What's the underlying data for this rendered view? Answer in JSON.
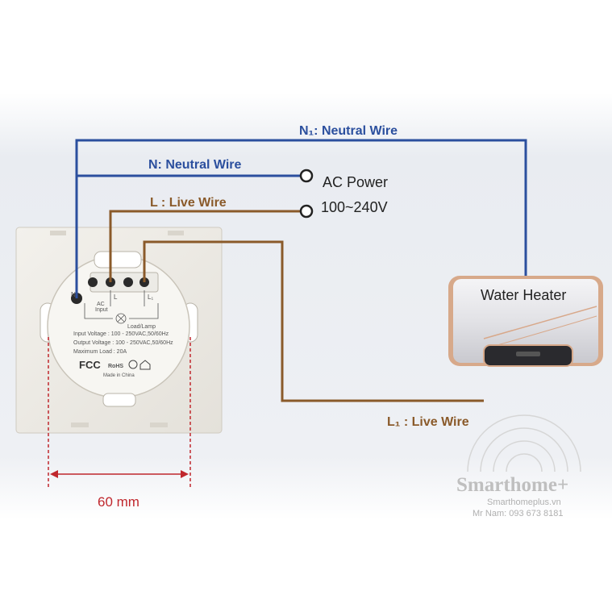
{
  "labels": {
    "n1_neutral": "N₁: Neutral Wire",
    "n_neutral": "N: Neutral Wire",
    "l_live": "L : Live Wire",
    "l1_live": "L₁ : Live Wire",
    "ac_power": "AC Power",
    "voltage": "100~240V",
    "water_heater": "Water Heater",
    "dimension": "60 mm"
  },
  "switch_text": {
    "term_n": "N",
    "term_l": "L",
    "term_l1": "L₁",
    "ac_input_1": "AC",
    "ac_input_2": "Input",
    "load_lamp": "Load/Lamp",
    "input_voltage": "Input Voltage : 100 - 250VAC,50/60Hz",
    "output_voltage": "Output Voltage : 100 - 250VAC,50/60Hz",
    "max_load": "Maximum Load : 20A",
    "fcc": "FCC",
    "rohs": "RoHS",
    "made_in": "Made in China"
  },
  "watermark": {
    "brand": "Smarthome+",
    "website": "Smarthomeplus.vn",
    "contact": "Mr Nam: 093 673 8181"
  },
  "colors": {
    "neutral_wire": "#2b4f9e",
    "live_wire": "#8a5a2a",
    "dimension": "#c0272d",
    "heater_trim": "#d9a88a"
  }
}
